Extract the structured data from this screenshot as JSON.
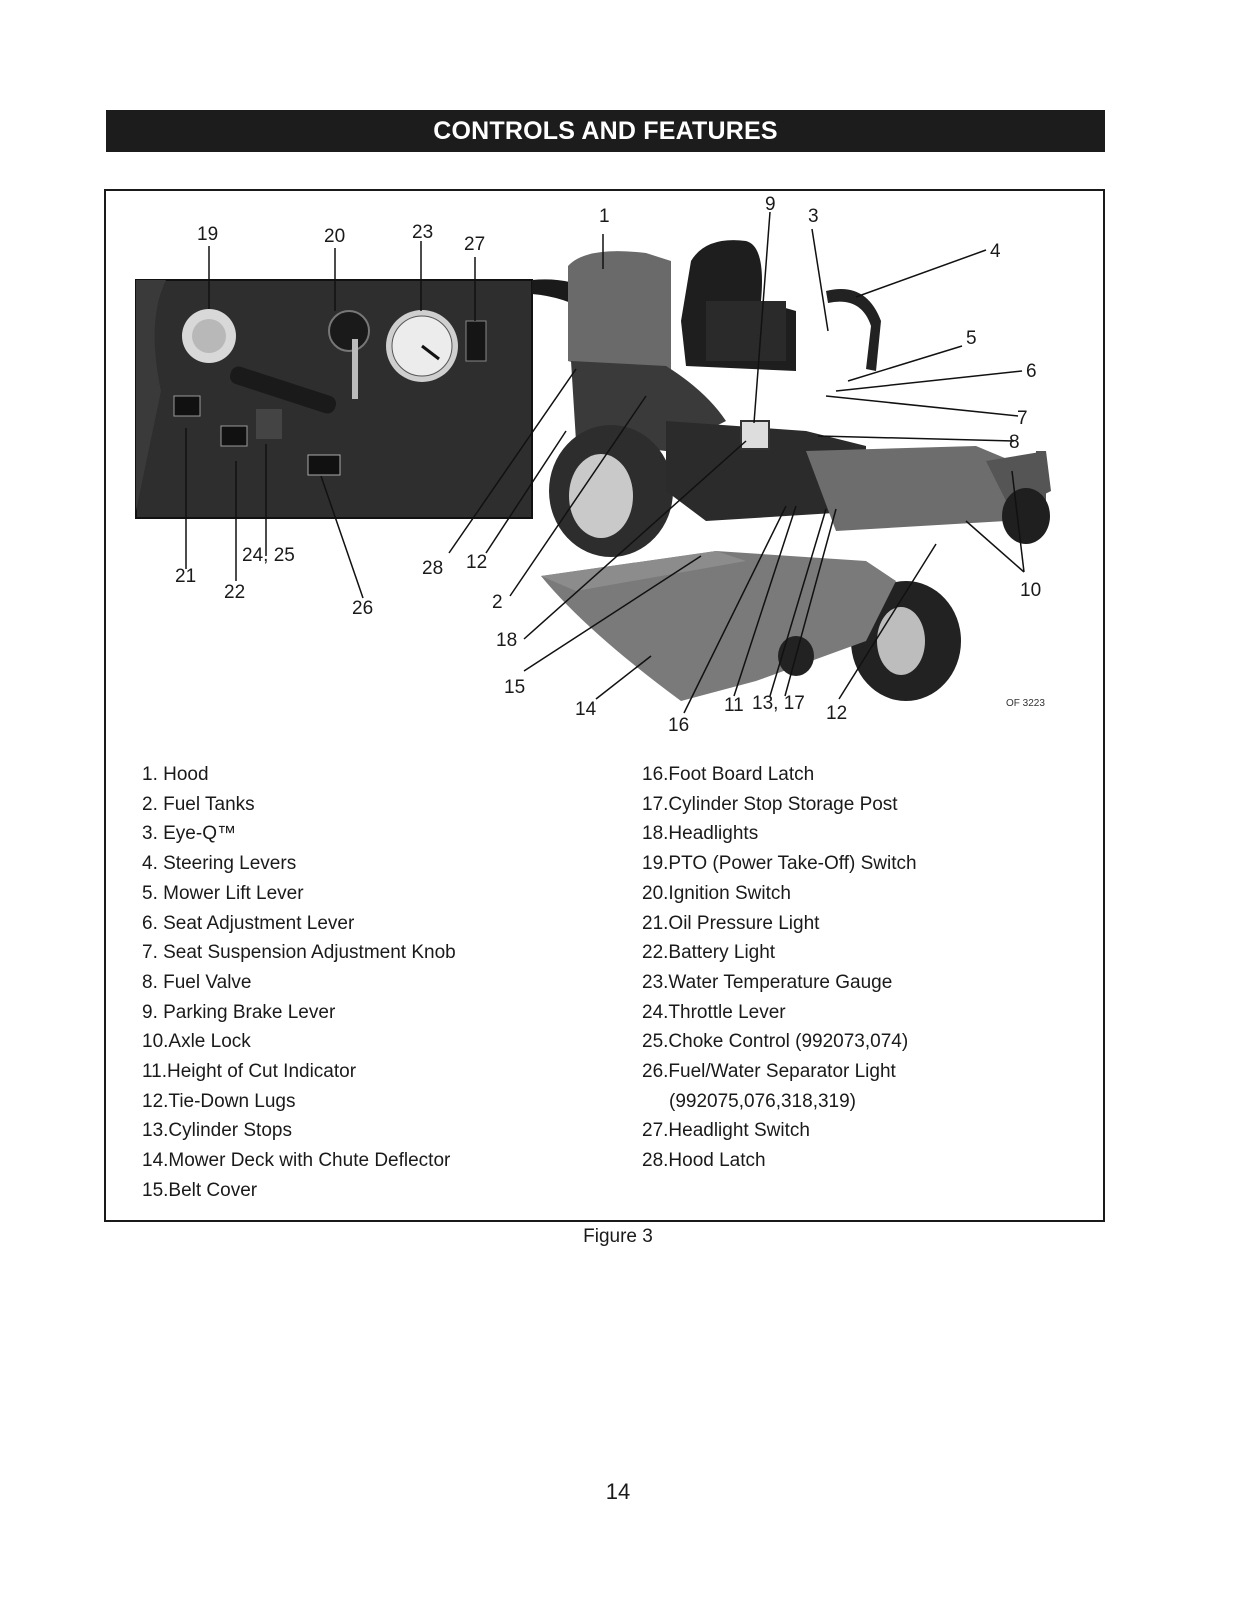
{
  "header": {
    "title": "CONTROLS AND FEATURES"
  },
  "figure": {
    "code": "OF 3223",
    "callouts": {
      "c1": "1",
      "c9": "9",
      "c3": "3",
      "c4": "4",
      "c5": "5",
      "c6": "6",
      "c7": "7",
      "c8": "8",
      "c10": "10",
      "c12a": "12",
      "c12b": "12",
      "c28": "28",
      "c2": "2",
      "c18": "18",
      "c15": "15",
      "c14": "14",
      "c16": "16",
      "c11": "11",
      "c13_17": "13, 17",
      "c19": "19",
      "c20": "20",
      "c23": "23",
      "c27": "27",
      "c21": "21",
      "c22": "22",
      "c24_25": "24, 25",
      "c26": "26"
    },
    "legend_left": [
      "1.  Hood",
      "2.  Fuel Tanks",
      "3.  Eye-Q™",
      "4.  Steering Levers",
      "5.  Mower Lift Lever",
      "6.  Seat Adjustment Lever",
      "7.  Seat Suspension Adjustment Knob",
      "8.  Fuel Valve",
      "9.  Parking Brake Lever",
      "10.Axle Lock",
      "11.Height of Cut Indicator",
      "12.Tie-Down Lugs",
      "13.Cylinder Stops",
      "14.Mower Deck with Chute Deflector",
      "15.Belt Cover"
    ],
    "legend_right": [
      "16.Foot Board Latch",
      "17.Cylinder Stop Storage Post",
      "18.Headlights",
      "19.PTO (Power Take-Off) Switch",
      "20.Ignition Switch",
      "21.Oil Pressure Light",
      "22.Battery Light",
      "23.Water Temperature Gauge",
      "24.Throttle Lever",
      "25.Choke Control (992073,074)",
      "26.Fuel/Water Separator Light",
      "(992075,076,318,319)",
      "27.Headlight Switch",
      "28.Hood Latch"
    ],
    "caption": "Figure 3"
  },
  "page": {
    "number": "14"
  }
}
